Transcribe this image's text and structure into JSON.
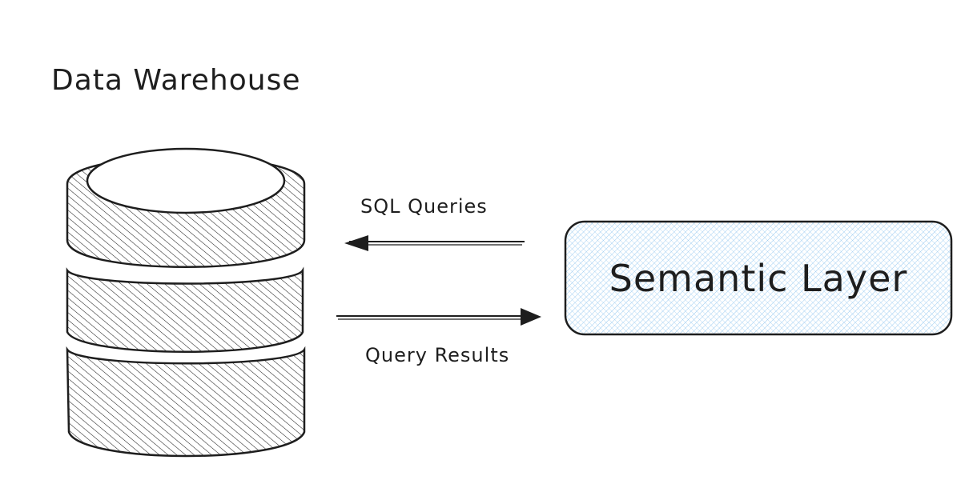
{
  "diagram": {
    "warehouse_label": "Data Warehouse",
    "semantic_layer_label": "Semantic Layer",
    "arrow_sql_label": "SQL Queries",
    "arrow_results_label": "Query Results"
  },
  "colors": {
    "stroke": "#1e1e1e",
    "box_fill": "#a5d8ff",
    "background": "#ffffff"
  },
  "icons": {
    "database": "database-icon"
  }
}
